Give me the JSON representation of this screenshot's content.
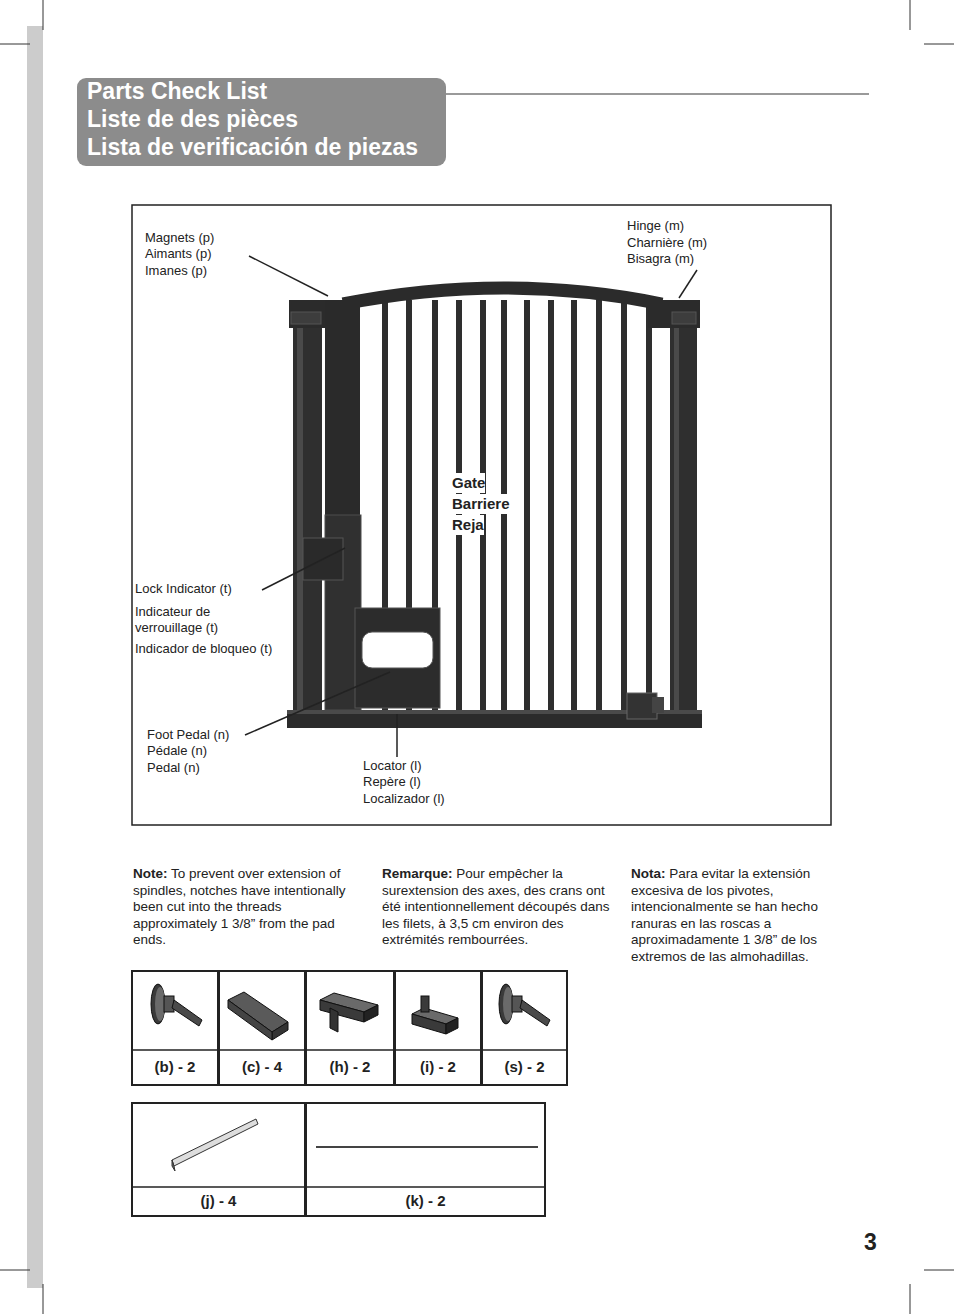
{
  "diagram": {
    "title": "Parts Check List",
    "nodes": [
      {
        "text": [
          "(b) - 2"
        ]
      },
      {
        "text": [
          "(c) - 4"
        ]
      },
      {
        "text": [
          "(h) - 2"
        ]
      },
      {
        "text": [
          "(i) - 2"
        ]
      },
      {
        "text": [
          "(s) - 2"
        ]
      },
      {
        "text": [
          "(j) - 4"
        ]
      },
      {
        "text": [
          "(k) - 2"
        ]
      }
    ],
    "labels": [
      "Liste de des pièces",
      "Lista de verificación de piezas",
      "Magnets (p)",
      "Aimants (p)",
      "Imanes (p)",
      "Hinge (m)",
      "Charnière (m)",
      "Bisagra (m)",
      "Gate",
      "Barriere",
      "Reja",
      "Lock Indicator (t)",
      "Indicateur de verrouillage (t)",
      "Indicador de bloqueo (t)",
      "Foot Pedal (n)",
      "Pédale (n)",
      "Pedal (n)",
      "Locator (l)",
      "Repère (l)",
      "Localizador (l)",
      "Note: To prevent over extension of spindles, notches have intentionally been cut into the threads approximately 1 3/8” from the pad ends.",
      "Remarque: Pour empêcher la surextension des axes, des crans ont été intentionnellement découpés dans les filets, à 3,5 cm environ des extrémités rembourrées.",
      "Nota: Para evitar la extensión excesiva de los pivotes, intencionalmente se han hecho ranuras en las roscas a aproximadamente 1 3/8” de los extremos de las almohadillas.",
      "3"
    ]
  }
}
